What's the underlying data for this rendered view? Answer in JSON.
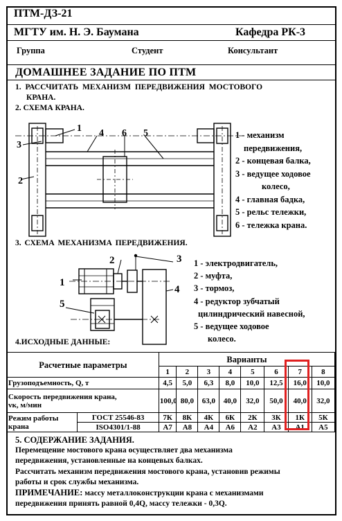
{
  "header": {
    "code": "ПТМ-ДЗ-21",
    "university": "МГТУ им. Н. Э. Баумана",
    "department": "Кафедра РК-3",
    "group_label": "Группа",
    "student_label": "Студент",
    "consultant_label": "Консультант"
  },
  "title": "ДОМАШНЕЕ ЗАДАНИЕ ПО ПТМ",
  "task1_line1": "1. РАССЧИТАТЬ МЕХАНИЗМ ПЕРЕДВИЖЕНИЯ МОСТОВОГО",
  "task1_line2": "КРАНА.",
  "task2": "2. СХЕМА КРАНА.",
  "crane_labels": [
    "1",
    "2",
    "3",
    "4",
    "5",
    "6"
  ],
  "crane_legend": [
    "1 - механизм",
    "передвижения,",
    "2 - концевая балка,",
    "3 - ведущее ходовое",
    "колесо,",
    "4 - главная бадка,",
    "5 - рельс тележки,",
    "6 - тележка крана."
  ],
  "task3": "3. СХЕМА МЕХАНИЗМА ПЕРЕДВИЖЕНИЯ.",
  "mech_labels": [
    "1",
    "2",
    "3",
    "4",
    "5"
  ],
  "mech_legend": [
    "1 - электродвигатель,",
    "2 - муфта,",
    "3 - тормоз,",
    "4 - редуктор зубчатый",
    "цилиндрический навесной,",
    "5 - ведущее ходовое",
    "колесо."
  ],
  "task4": "4.ИСХОДНЫЕ ДАННЫЕ:",
  "table": {
    "param_header": "Расчетные параметры",
    "variants_header": "Варианты",
    "variants": [
      "1",
      "2",
      "3",
      "4",
      "5",
      "6",
      "7",
      "8"
    ],
    "rows": [
      {
        "label": "Грузоподъемность, Q, т",
        "values": [
          "4,5",
          "5,0",
          "6,3",
          "8,0",
          "10,0",
          "12,5",
          "16,0",
          "10,0"
        ]
      },
      {
        "label1": "Скорость передвижения крана,",
        "label2": "vк, м/мин",
        "values": [
          "100,0",
          "80,0",
          "63,0",
          "40,0",
          "32,0",
          "50,0",
          "40,0",
          "32,0"
        ]
      }
    ],
    "mode_label1": "Режим работы",
    "mode_label2": "крана",
    "gost": "ГОСТ 25546-83",
    "iso": "ISO4301/1-88",
    "gost_values": [
      "7К",
      "8К",
      "4К",
      "6К",
      "2К",
      "3К",
      "1К",
      "5К"
    ],
    "iso_values": [
      "А7",
      "А8",
      "А4",
      "А6",
      "А2",
      "А3",
      "А1",
      "А5"
    ]
  },
  "highlight_color": "#e02020",
  "section5": {
    "title": "5. СОДЕРЖАНИЕ ЗАДАНИЯ.",
    "lines": [
      "Перемещение мостового крана осуществляет два механизма",
      "передвижения, установленные на концевых балках.",
      "Рассчитать механизм передвижения мостового крана, установив режимы",
      "работы и срок службы механизма."
    ],
    "note_label": "ПРИМЕЧАНИЕ:",
    "note_text": " массу металлоконструкции крана с механизмами",
    "note_line2": "передвижения принять равной 0,4Q, массу тележки - 0,3Q."
  }
}
